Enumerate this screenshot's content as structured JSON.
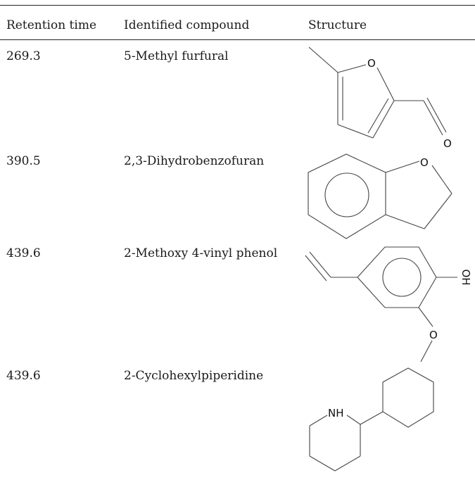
{
  "table": {
    "headers": {
      "retention_time": "Retention time",
      "compound": "Identified compound",
      "structure": "Structure"
    },
    "rows": [
      {
        "retention_time": "269.3",
        "compound": "5-Methyl furfural",
        "atoms": [
          "O",
          "O"
        ]
      },
      {
        "retention_time": "390.5",
        "compound": "2,3-Dihydrobenzofuran",
        "atoms": [
          "O"
        ]
      },
      {
        "retention_time": "439.6",
        "compound": "2-Methoxy 4-vinyl phenol",
        "atoms": [
          "OH",
          "O"
        ]
      },
      {
        "retention_time": "439.6",
        "compound": "2-Cyclohexylpiperidine",
        "atoms": [
          "NH"
        ]
      }
    ]
  }
}
